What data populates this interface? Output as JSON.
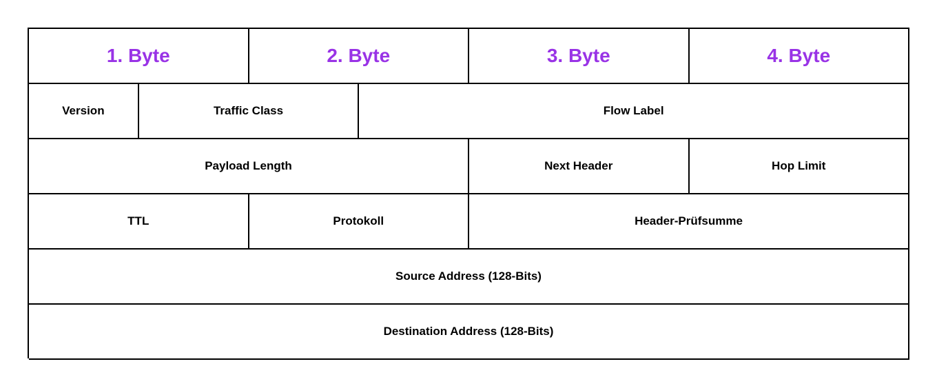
{
  "colors": {
    "byte_header_text": "#9933E6",
    "field_text": "#000000",
    "border": "#000000",
    "background": "#ffffff"
  },
  "grid": {
    "total_bits_per_row": 32,
    "rows": [
      {
        "name": "byte-header-row",
        "cells": [
          {
            "label": "1. Byte",
            "bits": 8
          },
          {
            "label": "2. Byte",
            "bits": 8
          },
          {
            "label": "3. Byte",
            "bits": 8
          },
          {
            "label": "4. Byte",
            "bits": 8
          }
        ]
      },
      {
        "name": "word-1",
        "cells": [
          {
            "label": "Version",
            "bits": 4
          },
          {
            "label": "Traffic Class",
            "bits": 8
          },
          {
            "label": "Flow Label",
            "bits": 20
          }
        ]
      },
      {
        "name": "word-2",
        "cells": [
          {
            "label": "Payload Length",
            "bits": 16
          },
          {
            "label": "Next Header",
            "bits": 8
          },
          {
            "label": "Hop Limit",
            "bits": 8
          }
        ]
      },
      {
        "name": "word-3",
        "cells": [
          {
            "label": "TTL",
            "bits": 8
          },
          {
            "label": "Protokoll",
            "bits": 8
          },
          {
            "label": "Header-Prüfsumme",
            "bits": 16
          }
        ]
      },
      {
        "name": "word-4",
        "cells": [
          {
            "label": "Source Address (128-Bits)",
            "bits": 32
          }
        ]
      },
      {
        "name": "word-5",
        "cells": [
          {
            "label": "Destination Address (128-Bits)",
            "bits": 32
          }
        ]
      }
    ]
  }
}
